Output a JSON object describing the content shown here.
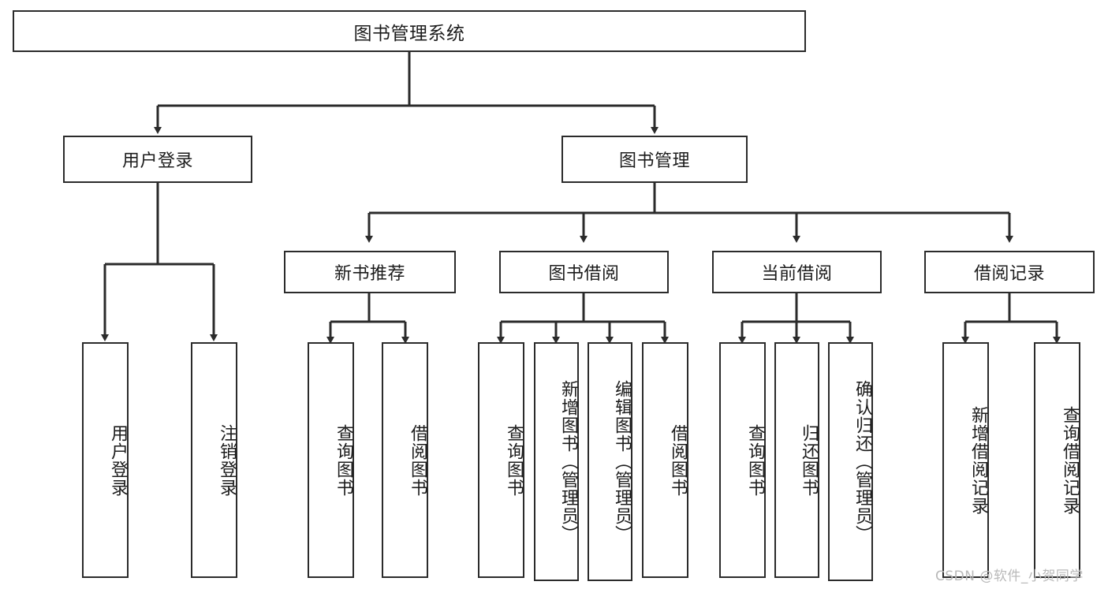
{
  "diagram": {
    "title": "图书管理系统",
    "type": "hierarchy-tree",
    "root": {
      "id": "root",
      "label": "图书管理系统"
    },
    "level1": [
      {
        "id": "user-login",
        "label": "用户登录"
      },
      {
        "id": "book-manage",
        "label": "图书管理"
      }
    ],
    "level2": [
      {
        "id": "new-book-rec",
        "label": "新书推荐",
        "parent": "book-manage"
      },
      {
        "id": "book-borrow",
        "label": "图书借阅",
        "parent": "book-manage"
      },
      {
        "id": "current-borrow",
        "label": "当前借阅",
        "parent": "book-manage"
      },
      {
        "id": "borrow-record",
        "label": "借阅记录",
        "parent": "book-manage"
      }
    ],
    "leaves": [
      {
        "id": "leaf-user-login",
        "label": "用户登录",
        "parent": "user-login"
      },
      {
        "id": "leaf-logout-login",
        "label": "注销登录",
        "parent": "user-login"
      },
      {
        "id": "leaf-query-book-1",
        "label": "查询图书",
        "parent": "new-book-rec"
      },
      {
        "id": "leaf-borrow-book-1",
        "label": "借阅图书",
        "parent": "new-book-rec"
      },
      {
        "id": "leaf-query-book-2",
        "label": "查询图书",
        "parent": "book-borrow"
      },
      {
        "id": "leaf-add-book",
        "label": "新增图书（管理员）",
        "parent": "book-borrow"
      },
      {
        "id": "leaf-edit-book",
        "label": "编辑图书（管理员）",
        "parent": "book-borrow"
      },
      {
        "id": "leaf-borrow-book-2",
        "label": "借阅图书",
        "parent": "book-borrow"
      },
      {
        "id": "leaf-query-book-3",
        "label": "查询图书",
        "parent": "current-borrow"
      },
      {
        "id": "leaf-return-book",
        "label": "归还图书",
        "parent": "current-borrow"
      },
      {
        "id": "leaf-confirm-return",
        "label": "确认归还（管理员）",
        "parent": "current-borrow"
      },
      {
        "id": "leaf-add-record",
        "label": "新增借阅记录",
        "parent": "borrow-record"
      },
      {
        "id": "leaf-query-record",
        "label": "查询借阅记录",
        "parent": "borrow-record"
      }
    ],
    "watermark": "CSDN @软件_小贺同学",
    "colors": {
      "stroke": "#2b2b2b",
      "fill": "#ffffff",
      "text": "#1c1c1c",
      "watermark": "#b9b9b9"
    }
  }
}
